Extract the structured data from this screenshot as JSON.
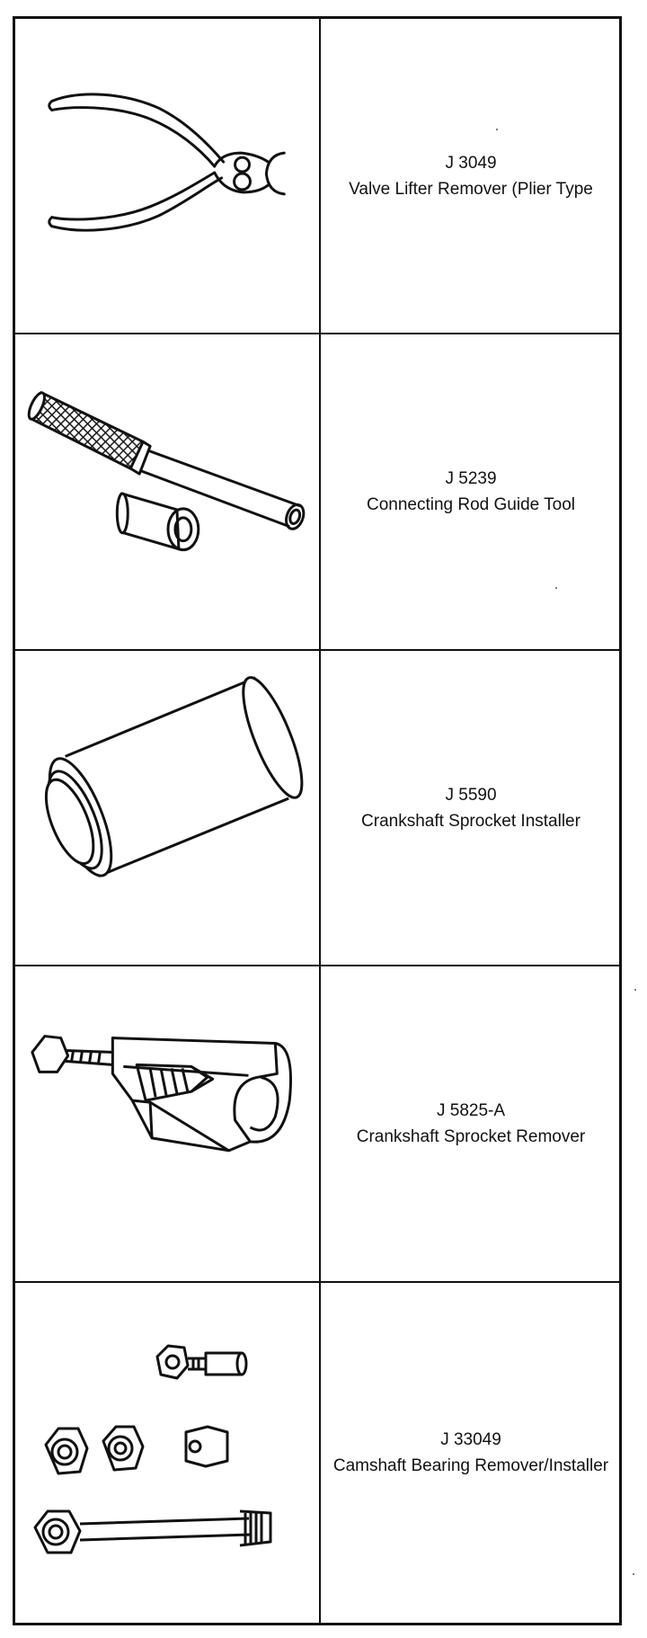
{
  "tools": [
    {
      "number": "J 3049",
      "name": "Valve Lifter Remover (Plier Type",
      "illustration": "plier-icon"
    },
    {
      "number": "J 5239",
      "name": "Connecting Rod Guide Tool",
      "illustration": "guide-tool-icon"
    },
    {
      "number": "J 5590",
      "name": "Crankshaft Sprocket Installer",
      "illustration": "sprocket-installer-icon"
    },
    {
      "number": "J 5825-A",
      "name": "Crankshaft Sprocket Remover",
      "illustration": "sprocket-remover-icon"
    },
    {
      "number": "J 33049",
      "name": "Camshaft Bearing Remover/Installer",
      "illustration": "bearing-tool-set-icon"
    }
  ]
}
